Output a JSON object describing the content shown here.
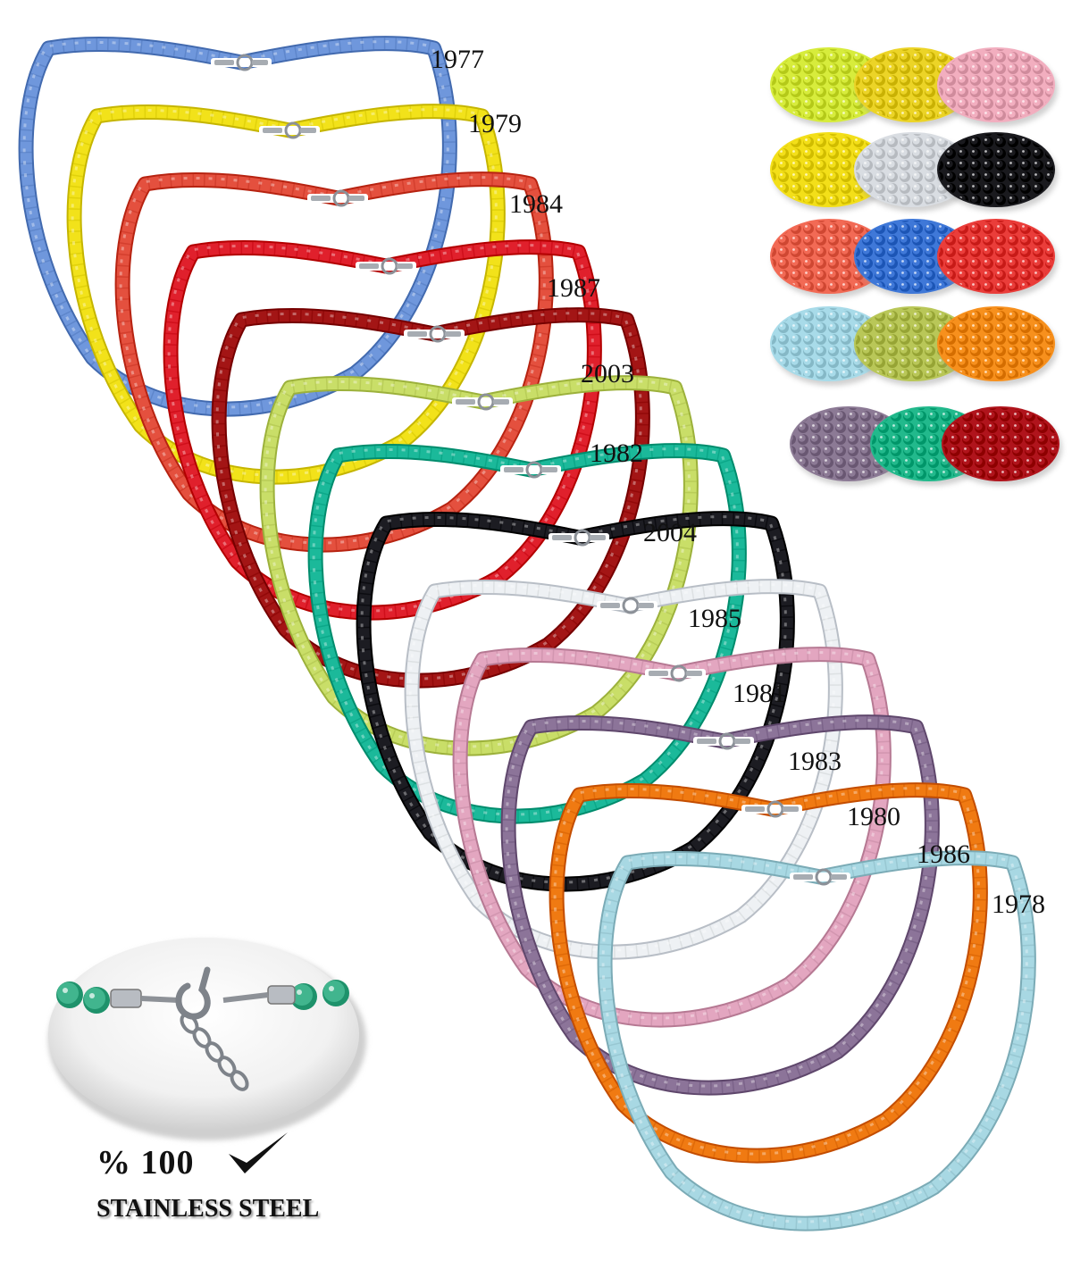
{
  "necklaces": [
    {
      "code": "1977",
      "color": "#6f97dc"
    },
    {
      "code": "1979",
      "color": "#f2e21a"
    },
    {
      "code": "1984",
      "color": "#e4503e"
    },
    {
      "code": "1987",
      "color": "#e0202c"
    },
    {
      "code": "2003",
      "color": "#a31515"
    },
    {
      "code": "1982",
      "color": "#c9de68"
    },
    {
      "code": "2004",
      "color": "#1bb99a"
    },
    {
      "code": "1985",
      "color": "#1c1c22"
    },
    {
      "code": "1981",
      "color": "#eef1f4"
    },
    {
      "code": "1983",
      "color": "#e3a6c0"
    },
    {
      "code": "1980",
      "color": "#8c7499"
    },
    {
      "code": "1986",
      "color": "#f07a12"
    },
    {
      "code": "1978",
      "color": "#a8d8e3"
    }
  ],
  "swatch_rows": [
    [
      "#d7ec3c",
      "#ecd427",
      "#f2aebf"
    ],
    [
      "#f3df19",
      "#d9dde2",
      "#1a1a1e"
    ],
    [
      "#f26a55",
      "#3f78d8",
      "#ea3d3a"
    ],
    [
      "#a8dbe9",
      "#b9c758",
      "#f7901d"
    ],
    [
      "#8c7a95",
      "#22b98c",
      "#b0141c"
    ]
  ],
  "clasp_closeup": {
    "bead_color": "#41b58e",
    "metal_color": "#b8bcc2"
  },
  "badge": {
    "percent_text": "% 100",
    "material_text": "STAINLESS STEEL"
  }
}
